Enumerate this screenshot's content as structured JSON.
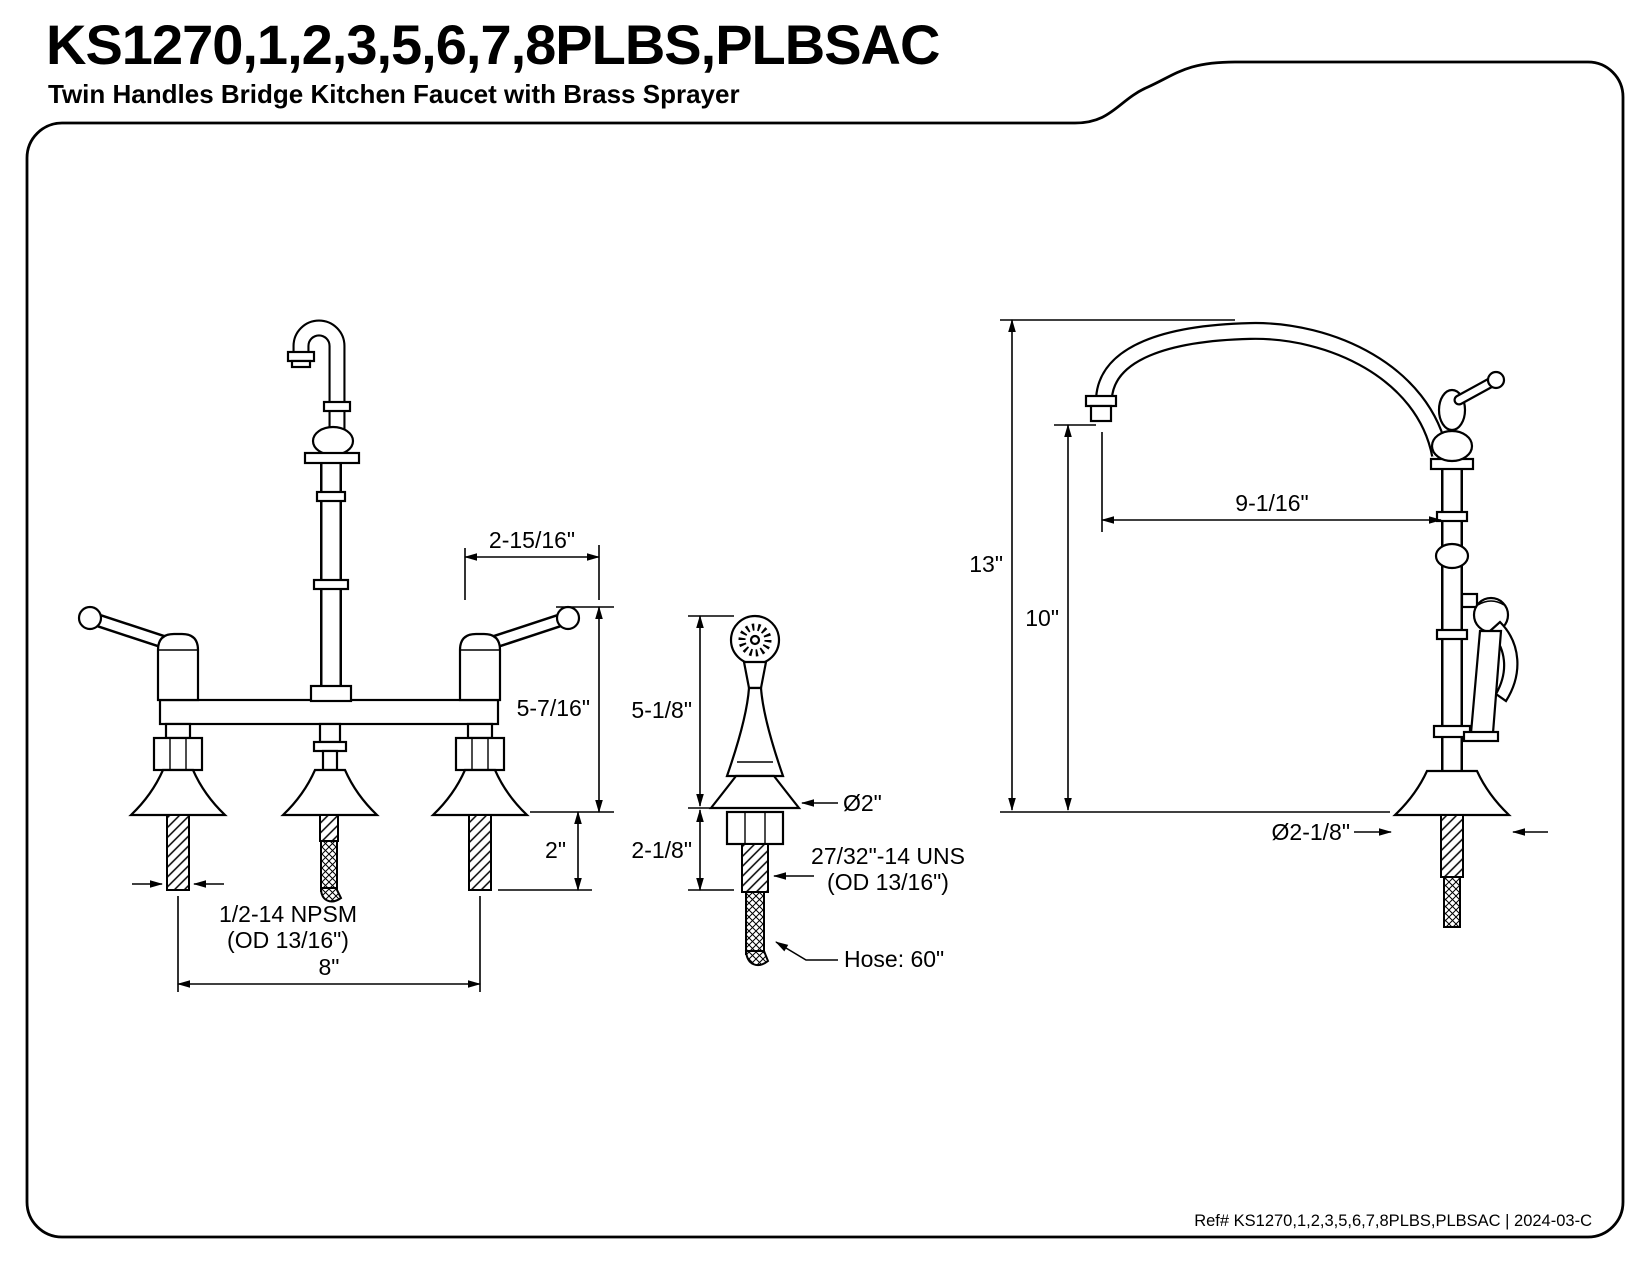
{
  "colors": {
    "ink": "#000000",
    "background": "#ffffff"
  },
  "header": {
    "title": "KS1270,1,2,3,5,6,7,8PLBS,PLBSAC",
    "subtitle": "Twin Handles Bridge Kitchen Faucet with Brass Sprayer"
  },
  "footer": {
    "ref_text": "Ref# KS1270,1,2,3,5,6,7,8PLBS,PLBSAC | 2024-03-C"
  },
  "front_view": {
    "handle_reach": "2-15/16\"",
    "handle_height": "5-7/16\"",
    "shank_length": "2\"",
    "supply_thread": "1/2-14 NPSM",
    "supply_thread_od": "(OD 13/16\")",
    "faucet_centers": "8\""
  },
  "sprayer_view": {
    "height_above_deck": "5-1/8\"",
    "base_diameter": "Ø2\"",
    "shank_length": "2-1/8\"",
    "shank_thread": "27/32\"-14 UNS",
    "shank_thread_od": "(OD 13/16\")",
    "hose_length": "Hose: 60\""
  },
  "side_view": {
    "overall_height": "13\"",
    "spout_height": "10\"",
    "spout_reach": "9-1/16\"",
    "base_diameter": "Ø2-1/8\""
  }
}
